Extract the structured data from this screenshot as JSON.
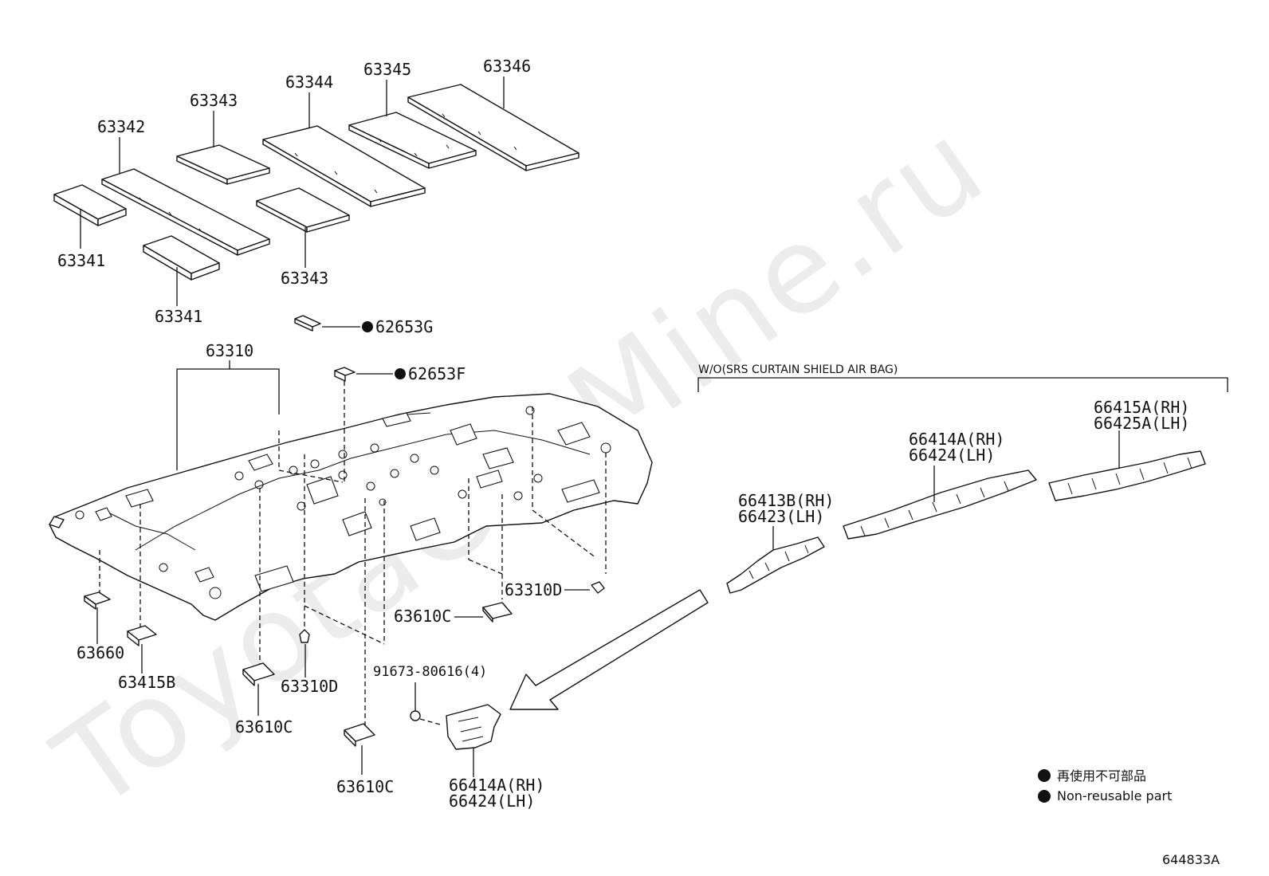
{
  "watermark": "ToyotaCarMine.ru",
  "drawing_id": "644833A",
  "callouts": {
    "c63346": "63346",
    "c63345": "63345",
    "c63344": "63344",
    "c63343_top": "63343",
    "c63342": "63342",
    "c63341_left": "63341",
    "c63343_bottom": "63343",
    "c63341_bottom": "63341",
    "c62653G": "62653G",
    "c62653F": "62653F",
    "c63310": "63310",
    "c63310D_right": "63310D",
    "c63610C_right": "63610C",
    "c63660": "63660",
    "c63415B": "63415B",
    "c63310D_left": "63310D",
    "c63610C_left": "63610C",
    "c91673": "91673-80616(4)",
    "c63610C_bottom": "63610C",
    "c66414A_bottom": "66414A(RH)",
    "c66424_bottom": "66424(LH)",
    "c66413B": "66413B(RH)",
    "c66423": "66423(LH)",
    "c66414A_top": "66414A(RH)",
    "c66424_top": "66424(LH)",
    "c66415A": "66415A(RH)",
    "c66425A": "66425A(LH)"
  },
  "condition_note": "W/O(SRS CURTAIN SHIELD AIR BAG)",
  "legend": {
    "line1": "再使用不可部品",
    "line2": "Non-reusable part"
  }
}
